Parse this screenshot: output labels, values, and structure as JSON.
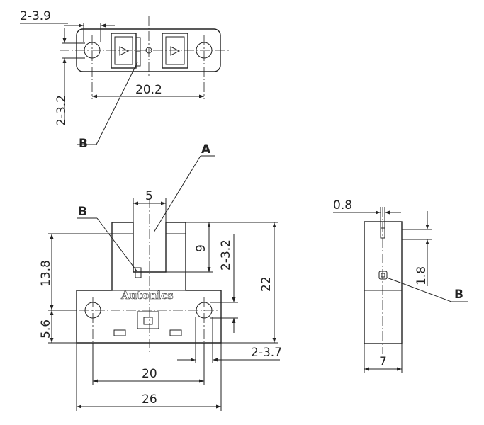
{
  "top_view": {
    "dim_hole_diameter": "2-3.9",
    "dim_hole_pitch": "20.2",
    "dim_hole_width": "2-3.2",
    "callout_b": "B"
  },
  "front_view": {
    "dim_slot": "5",
    "dim_slot_depth": "9",
    "dim_hole_width": "2-3.2",
    "dim_height": "22",
    "dim_arm_height": "13.8",
    "dim_hole_height": "5.6",
    "dim_hole_pitch": "20",
    "dim_width": "26",
    "dim_hole_diameter": "2-3.7",
    "brand": "Autonics",
    "callout_a": "A",
    "callout_b": "B"
  },
  "side_view": {
    "dim_slit": "0.8",
    "dim_indicator": "1.8",
    "dim_depth": "7",
    "callout_b": "B"
  },
  "colors": {
    "line": "#222222",
    "background": "#ffffff"
  }
}
